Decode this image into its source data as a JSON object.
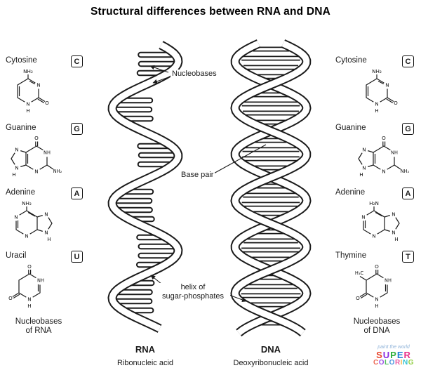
{
  "title": "Structural differences between RNA and DNA",
  "left": {
    "footer1": "Nucleobases",
    "footer2": "of RNA",
    "bases": [
      {
        "name": "Cytosine",
        "letter": "C",
        "atoms": [
          "NH₂",
          "N",
          "N",
          "O",
          "H"
        ]
      },
      {
        "name": "Guanine",
        "letter": "G",
        "atoms": [
          "O",
          "NH",
          "NH₂",
          "N",
          "N",
          "N",
          "H"
        ]
      },
      {
        "name": "Adenine",
        "letter": "A",
        "atoms": [
          "NH₂",
          "N",
          "N",
          "N",
          "N",
          "H"
        ]
      },
      {
        "name": "Uracil",
        "letter": "U",
        "atoms": [
          "O",
          "NH",
          "O",
          "N",
          "H"
        ]
      }
    ]
  },
  "right": {
    "footer1": "Nucleobases",
    "footer2": "of DNA",
    "bases": [
      {
        "name": "Cytosine",
        "letter": "C",
        "atoms": [
          "NH₂",
          "N",
          "N",
          "O",
          "H"
        ]
      },
      {
        "name": "Guanine",
        "letter": "G",
        "atoms": [
          "O",
          "NH",
          "NH₂",
          "N",
          "N",
          "N",
          "H"
        ]
      },
      {
        "name": "Adenine",
        "letter": "A",
        "atoms": [
          "H₂N",
          "N",
          "N",
          "N",
          "N",
          "H"
        ]
      },
      {
        "name": "Thymine",
        "letter": "T",
        "atoms": [
          "H₃C",
          "O",
          "NH",
          "O",
          "N",
          "H"
        ]
      }
    ]
  },
  "annotations": {
    "nucleobases": "Nucleobases",
    "base_pair": "Base pair",
    "helix_line1": "helix of",
    "helix_line2": "sugar-phosphates"
  },
  "strands": {
    "rna_abbr": "RNA",
    "rna_full": "Ribonucleic acid",
    "dna_abbr": "DNA",
    "dna_full": "Deoxyribonucleic acid"
  },
  "logo": {
    "tagline": "paint the world",
    "word1": "SUPER",
    "word2": "COLORING",
    "letter_colors": [
      "#e8432a",
      "#8a2be2",
      "#2eaf3c",
      "#1e7fd8",
      "#e8308a",
      "#f5a623",
      "#00b5c9",
      "#7ac41a"
    ],
    "tagline_color": "#8fb3d9"
  },
  "ink": "#1a1a1a"
}
